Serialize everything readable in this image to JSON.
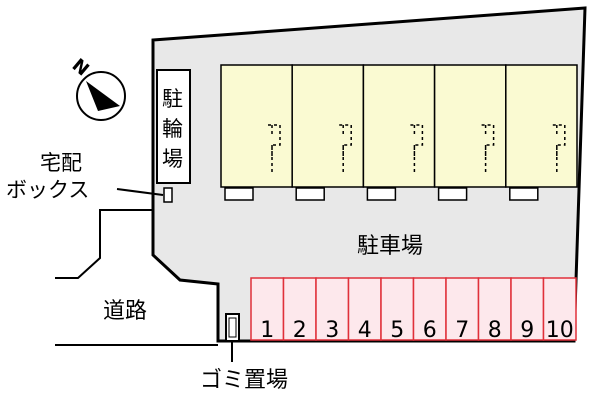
{
  "labels": {
    "bicycle_parking": "駐輪場",
    "delivery_box_line1": "宅配",
    "delivery_box_line2": "ボックス",
    "parking_lot": "駐車場",
    "road": "道路",
    "garbage": "ゴミ置場",
    "compass_letter": "N"
  },
  "parking_spaces": [
    "1",
    "2",
    "3",
    "4",
    "5",
    "6",
    "7",
    "8",
    "9",
    "10"
  ],
  "units": [
    {},
    {},
    {},
    {},
    {}
  ],
  "colors": {
    "lot_fill": "#e8e8e8",
    "outline": "#000000",
    "building_fill": "#fafad2",
    "parking_fill": "#fde8ec",
    "parking_border": "#e0303a",
    "page_bg": "#ffffff"
  }
}
